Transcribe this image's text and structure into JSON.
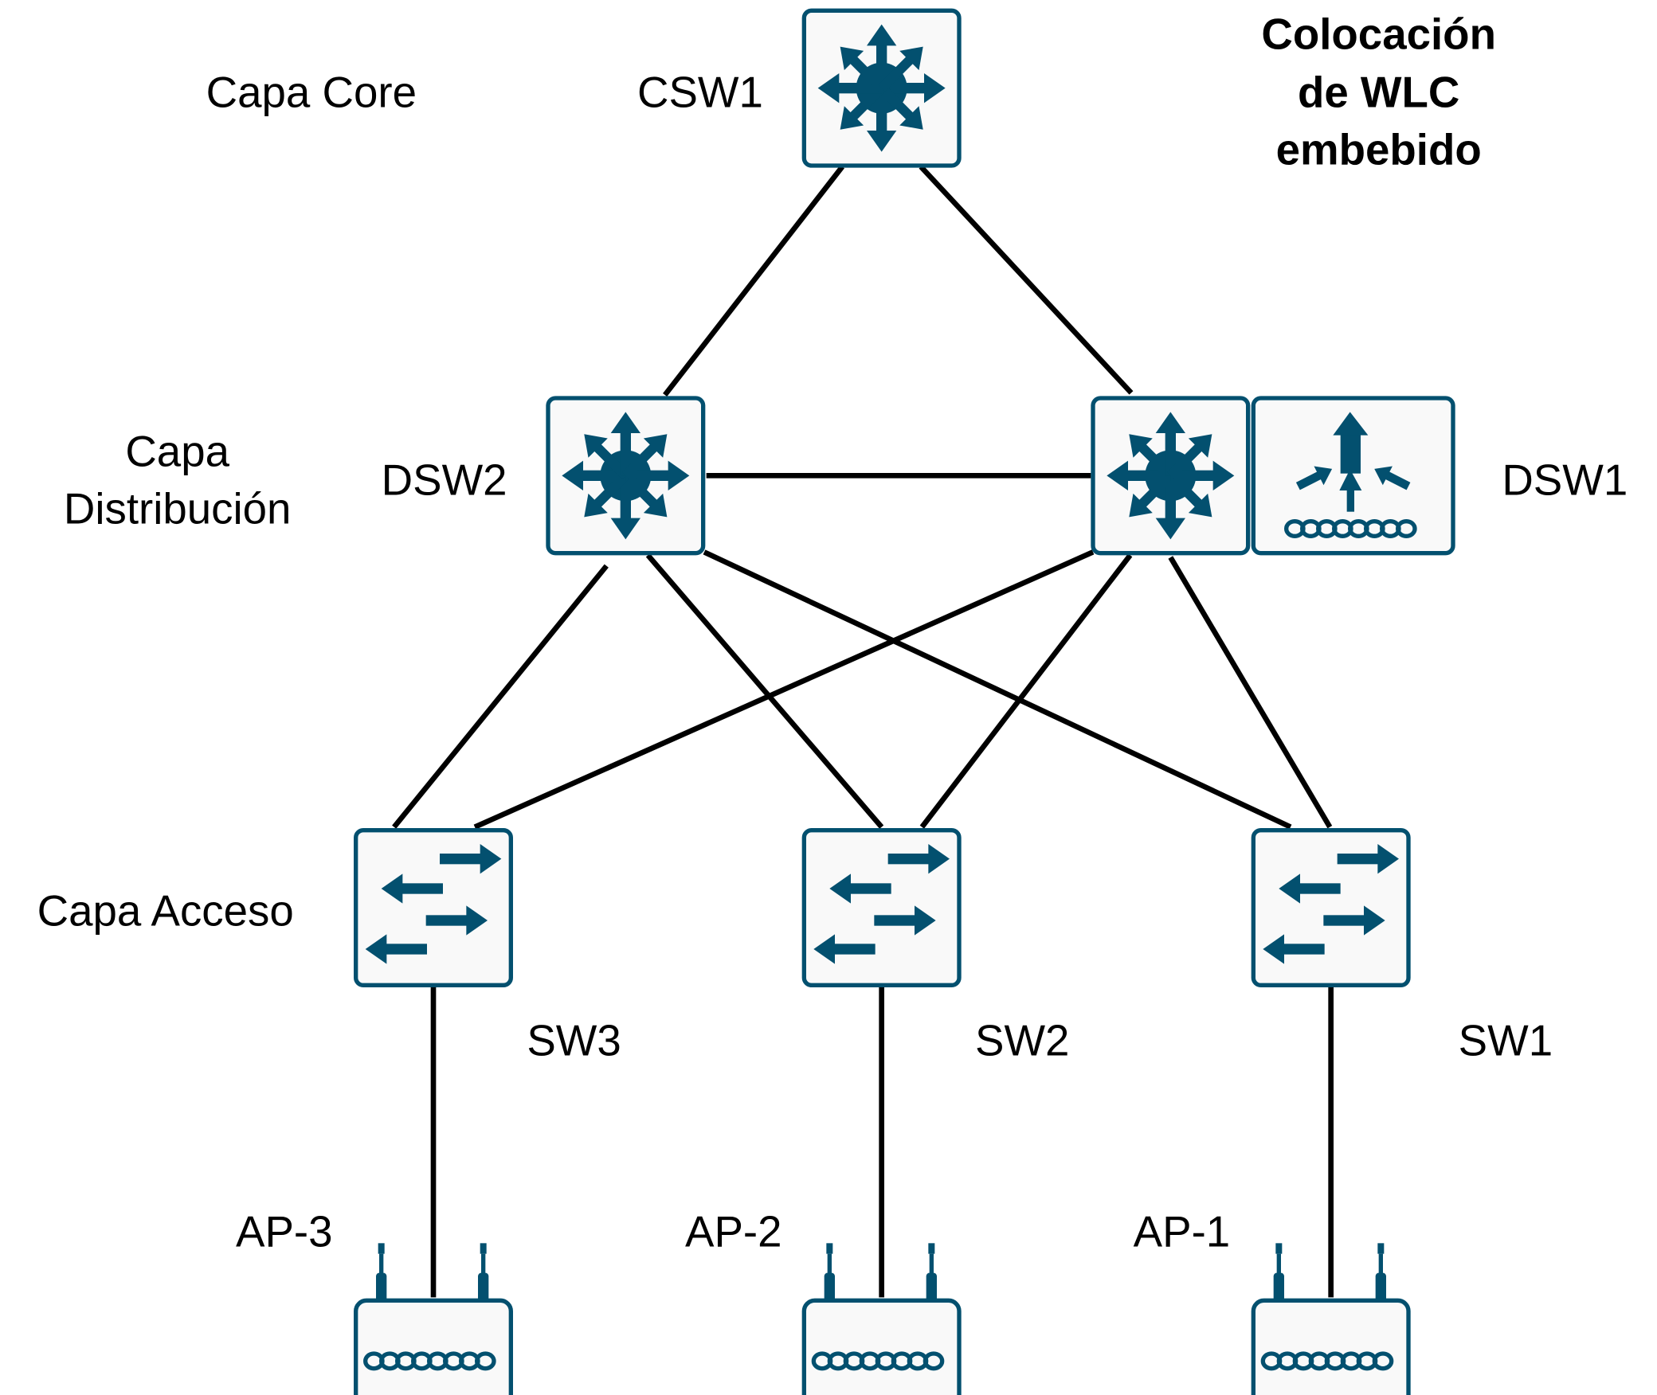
{
  "title": [
    "Colocación",
    "de WLC",
    "embebido"
  ],
  "layers": {
    "core": "Capa Core",
    "distribution": [
      "Capa",
      "Distribución"
    ],
    "access": "Capa Acceso"
  },
  "devices": {
    "csw1": "CSW1",
    "dsw2": "DSW2",
    "dsw1": "DSW1",
    "sw3": "SW3",
    "sw2": "SW2",
    "sw1": "SW1",
    "ap3": "AP-3",
    "ap2": "AP-2",
    "ap1": "AP-1"
  },
  "icons": {
    "multilayer_switch": "multilayer-switch-icon",
    "wlc": "wireless-lan-controller-icon",
    "access_switch": "workgroup-switch-icon",
    "access_point": "access-point-icon"
  },
  "colors": {
    "icon": "#03506f",
    "icon_fill": "#f9f9f9",
    "links": "#000000"
  }
}
